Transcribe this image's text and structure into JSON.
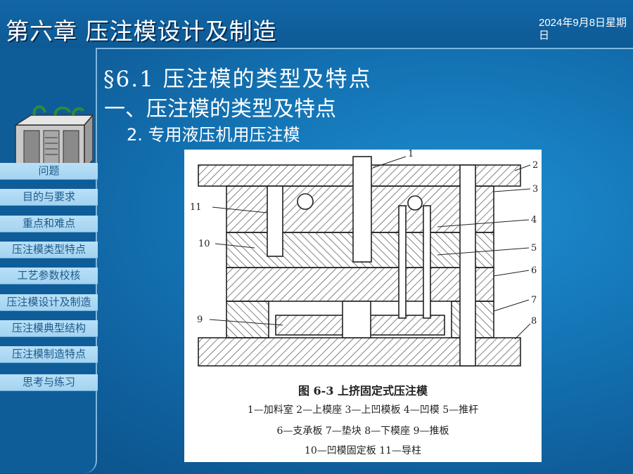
{
  "header": {
    "title": "第六章 压注模设计及制造",
    "date": "2024年9月8日星期日"
  },
  "sidebar": {
    "items": [
      {
        "label": "问题"
      },
      {
        "label": "目的与要求"
      },
      {
        "label": "重点和难点"
      },
      {
        "label": "压注模类型特点"
      },
      {
        "label": "工艺参数校核"
      },
      {
        "label": "压注模设计及制造"
      },
      {
        "label": "压注模典型结构"
      },
      {
        "label": "压注模制造特点"
      },
      {
        "label": "思考与练习"
      }
    ]
  },
  "content": {
    "section_heading": "§6.1 压注模的类型及特点",
    "subheading": "一、压注模的类型及特点",
    "item": "2. 专用液压机用压注模"
  },
  "figure": {
    "caption": "图 6-3    上挤固定式压注模",
    "legend_lines": [
      "1—加料室   2—上模座   3—上凹模板   4—凹模   5—推杆",
      "6—支承板   7—垫块   8—下模座   9—推板",
      "10—凹模固定板   11—导柱"
    ],
    "callouts": [
      "1",
      "2",
      "3",
      "4",
      "5",
      "6",
      "7",
      "8",
      "9",
      "10",
      "11"
    ]
  },
  "colors": {
    "background": "#1577b8",
    "sidebar": "#0e5d98",
    "nav_button": "#a4d3f0",
    "nav_text": "#1d5a8a",
    "title_text": "#ffffff"
  }
}
